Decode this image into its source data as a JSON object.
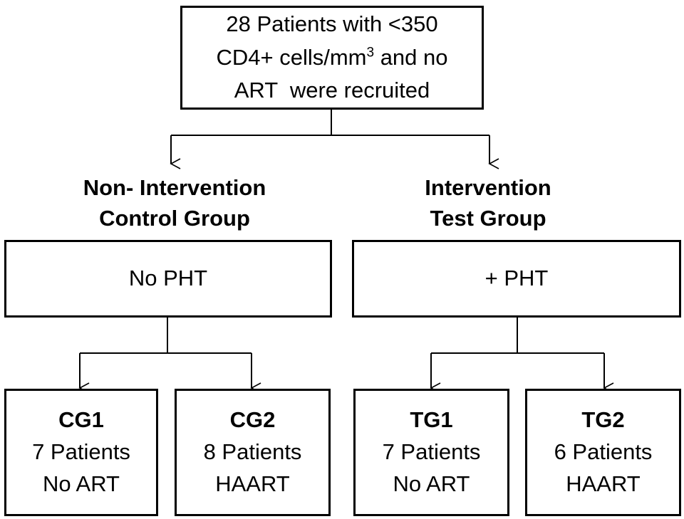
{
  "recruitment": {
    "line1": "28 Patients with <350",
    "line2_pre": "CD4+ cells/mm",
    "line2_sup": "3",
    "line2_post": " and no",
    "line3": "ART  were recruited"
  },
  "groups": [
    {
      "heading_line1": "Non- Intervention",
      "heading_line2": "Control Group",
      "treatment": "No PHT",
      "subgroups": [
        {
          "code": "CG1",
          "patients": "7 Patients",
          "therapy": "No ART"
        },
        {
          "code": "CG2",
          "patients": "8 Patients",
          "therapy": "HAART"
        }
      ]
    },
    {
      "heading_line1": "Intervention",
      "heading_line2": "Test Group",
      "treatment": "+ PHT",
      "subgroups": [
        {
          "code": "TG1",
          "patients": "7 Patients",
          "therapy": "No ART"
        },
        {
          "code": "TG2",
          "patients": "6 Patients",
          "therapy": "HAART"
        }
      ]
    }
  ]
}
